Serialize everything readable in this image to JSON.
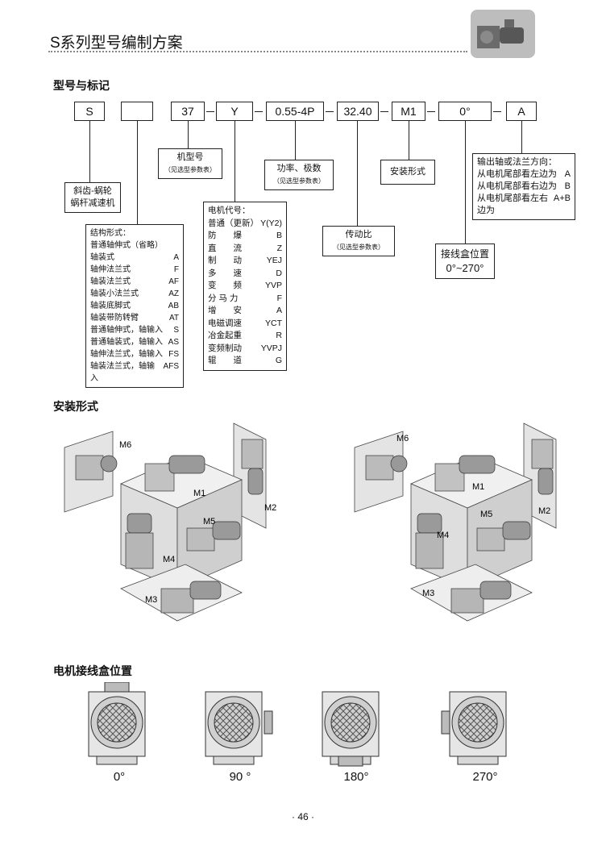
{
  "page": {
    "title": "S系列型号编制方案",
    "page_number": "· 46 ·"
  },
  "model_section": {
    "heading": "型号与标记",
    "code_boxes": [
      "S",
      "",
      "37",
      "Y",
      "0.55-4P",
      "32.40",
      "M1",
      "0°",
      "A"
    ],
    "labels": {
      "reducer_type_line1": "斜齿-蜗轮",
      "reducer_type_line2": "蜗杆减速机",
      "machine_size": "机型号",
      "machine_size_note": "（见选型参数表）",
      "power_poles": "功率、极数",
      "power_poles_note": "（见选型参数表）",
      "ratio": "传动比",
      "ratio_note": "（见选型参数表）",
      "mounting": "安装形式",
      "terminal_position": "接线盒位置",
      "terminal_range": "0°~270°"
    },
    "structure": {
      "heading": "结构形式：",
      "rows": [
        {
          "name": "普通轴伸式（省略）",
          "code": ""
        },
        {
          "name": "轴装式",
          "code": "A"
        },
        {
          "name": "轴伸法兰式",
          "code": "F"
        },
        {
          "name": "轴装法兰式",
          "code": "AF"
        },
        {
          "name": "轴装小法兰式",
          "code": "AZ"
        },
        {
          "name": "轴装底脚式",
          "code": "AB"
        },
        {
          "name": "轴装带防转臂",
          "code": "AT"
        },
        {
          "name": "普通轴伸式，轴输入",
          "code": "S"
        },
        {
          "name": "普通轴装式，轴输入",
          "code": "AS"
        },
        {
          "name": "轴伸法兰式，轴输入",
          "code": "FS"
        },
        {
          "name": "轴装法兰式，轴输入",
          "code": "AFS"
        }
      ]
    },
    "motor": {
      "heading": "电机代号：",
      "rows": [
        {
          "name": "普通（更新）",
          "code": "Y(Y2)"
        },
        {
          "name": "防　　爆",
          "code": "B"
        },
        {
          "name": "直　　流",
          "code": "Z"
        },
        {
          "name": "制　　动",
          "code": "YEJ"
        },
        {
          "name": "多　　速",
          "code": "D"
        },
        {
          "name": "变　　频",
          "code": "YVP"
        },
        {
          "name": "分 马 力",
          "code": "F"
        },
        {
          "name": "增　　安",
          "code": "A"
        },
        {
          "name": "电磁调速",
          "code": "YCT"
        },
        {
          "name": "冶金起重",
          "code": "R"
        },
        {
          "name": "变频制动",
          "code": "YVPJ"
        },
        {
          "name": "辊　　道",
          "code": "G"
        }
      ]
    },
    "output": {
      "heading": "输出轴或法兰方向：",
      "rows": [
        {
          "name": "从电机尾部看左边为",
          "code": "A"
        },
        {
          "name": "从电机尾部看右边为",
          "code": "B"
        },
        {
          "name": "从电机尾部看左右边为",
          "code": "A+B"
        }
      ]
    }
  },
  "mounting_section": {
    "heading": "安装形式",
    "positions": [
      "M1",
      "M2",
      "M3",
      "M4",
      "M5",
      "M6"
    ]
  },
  "terminal_section": {
    "heading": "电机接线盒位置",
    "angles": [
      "0°",
      "90 °",
      "180°",
      "270°"
    ]
  },
  "colors": {
    "cube_face_light": "#ededed",
    "cube_face_mid": "#dcdcdc",
    "cube_face_dark": "#c9c9c9",
    "motor_gray": "#9a9a9a"
  }
}
